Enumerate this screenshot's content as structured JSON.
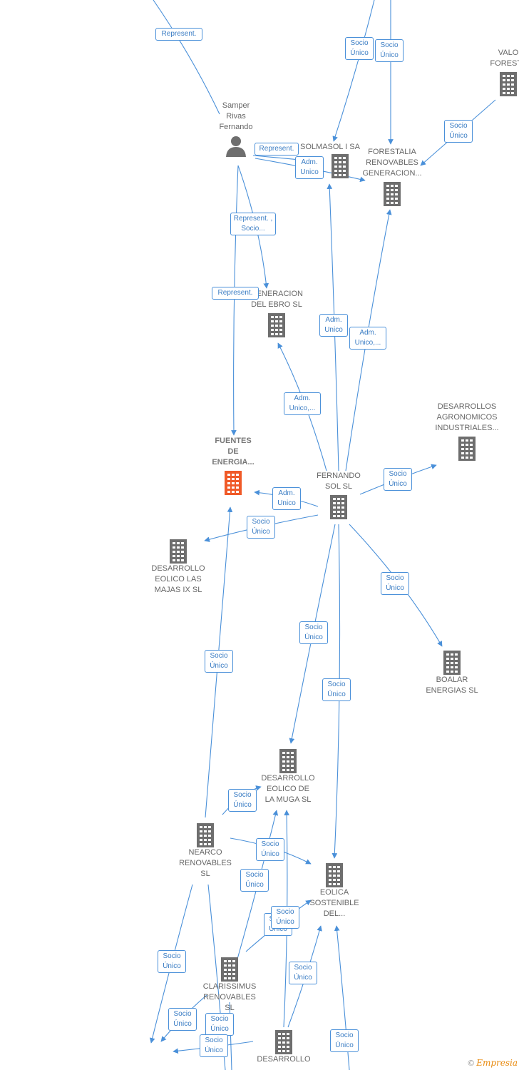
{
  "nodes": {
    "valo": [
      "VALO",
      "FORESTA"
    ],
    "samper": [
      "Samper",
      "Rivas",
      "Fernando"
    ],
    "solmasol": [
      "SOLMASOL I SA"
    ],
    "forestalia": [
      "FORESTALIA",
      "RENOVABLES",
      "GENERACION..."
    ],
    "generacion_ebro": [
      "GENERACION",
      "DEL EBRO  SL"
    ],
    "fuentes": [
      "FUENTES",
      "DE",
      "ENERGIA..."
    ],
    "fernando_sol": [
      "FERNANDO",
      "SOL SL"
    ],
    "desarrollos_agro": [
      "DESARROLLOS",
      "AGRONOMICOS",
      "INDUSTRIALES..."
    ],
    "majas": [
      "DESARROLLO",
      "EOLICO LAS",
      "MAJAS IX  SL"
    ],
    "boalar": [
      "BOALAR",
      "ENERGIAS  SL"
    ],
    "muga": [
      "DESARROLLO",
      "EOLICO DE",
      "LA MUGA SL"
    ],
    "nearco": [
      "NEARCO",
      "RENOVABLES",
      "SL"
    ],
    "eolica": [
      "EOLICA",
      "SOSTENIBLE",
      "DEL..."
    ],
    "clarissimus": [
      "CLARISSIMUS",
      "RENOVABLES",
      "SL"
    ],
    "desarrollo_bottom": [
      "DESARROLLO"
    ]
  },
  "badges": [
    "Represent.",
    "Socio Único",
    "Socio Único",
    "Socio Único",
    "Represent.",
    "Adm. Unico",
    "Represent. , Socio...",
    "Represent.",
    "Adm. Unico",
    "Adm. Unico,...",
    "Adm. Unico,...",
    "Socio Único",
    "Adm. Unico",
    "Socio Único",
    "Socio Único",
    "Socio Único",
    "Socio Único",
    "Socio Único",
    "Socio Único",
    "Socio Único",
    "Socio Único",
    "Socio Único",
    "Socio Único",
    "Socio Único",
    "Socio Único",
    "Socio Único",
    "Socio Único",
    "Socio Único",
    "Socio Único"
  ],
  "brand": {
    "copyright": "©",
    "name": "Empresia"
  },
  "colors": {
    "edge": "#4a90d9",
    "building": "#6e6e6e",
    "highlight": "#f05a28",
    "person": "#6e6e6e"
  }
}
